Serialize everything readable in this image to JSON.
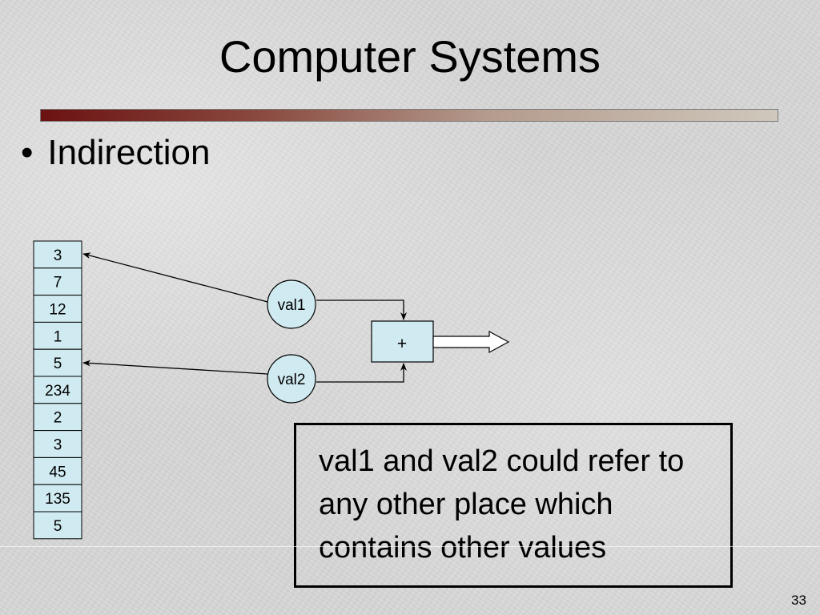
{
  "slide": {
    "title": "Computer Systems",
    "bullet": "Indirection",
    "slide_number": "33",
    "note": "val1 and val2 could refer to any other place which contains other values"
  },
  "diagram": {
    "memory_cells": [
      "3",
      "7",
      "12",
      "1",
      "5",
      "234",
      "2",
      "3",
      "45",
      "135",
      "5"
    ],
    "nodes": [
      {
        "id": "val1",
        "label": "val1",
        "points_to_cell_index": 0
      },
      {
        "id": "val2",
        "label": "val2",
        "points_to_cell_index": 4
      }
    ],
    "operator": "+",
    "colors": {
      "cell_fill": "#cfeaf0",
      "node_fill": "#cfeaf0",
      "operator_fill": "#cfeaf0",
      "stroke": "#000000"
    }
  }
}
